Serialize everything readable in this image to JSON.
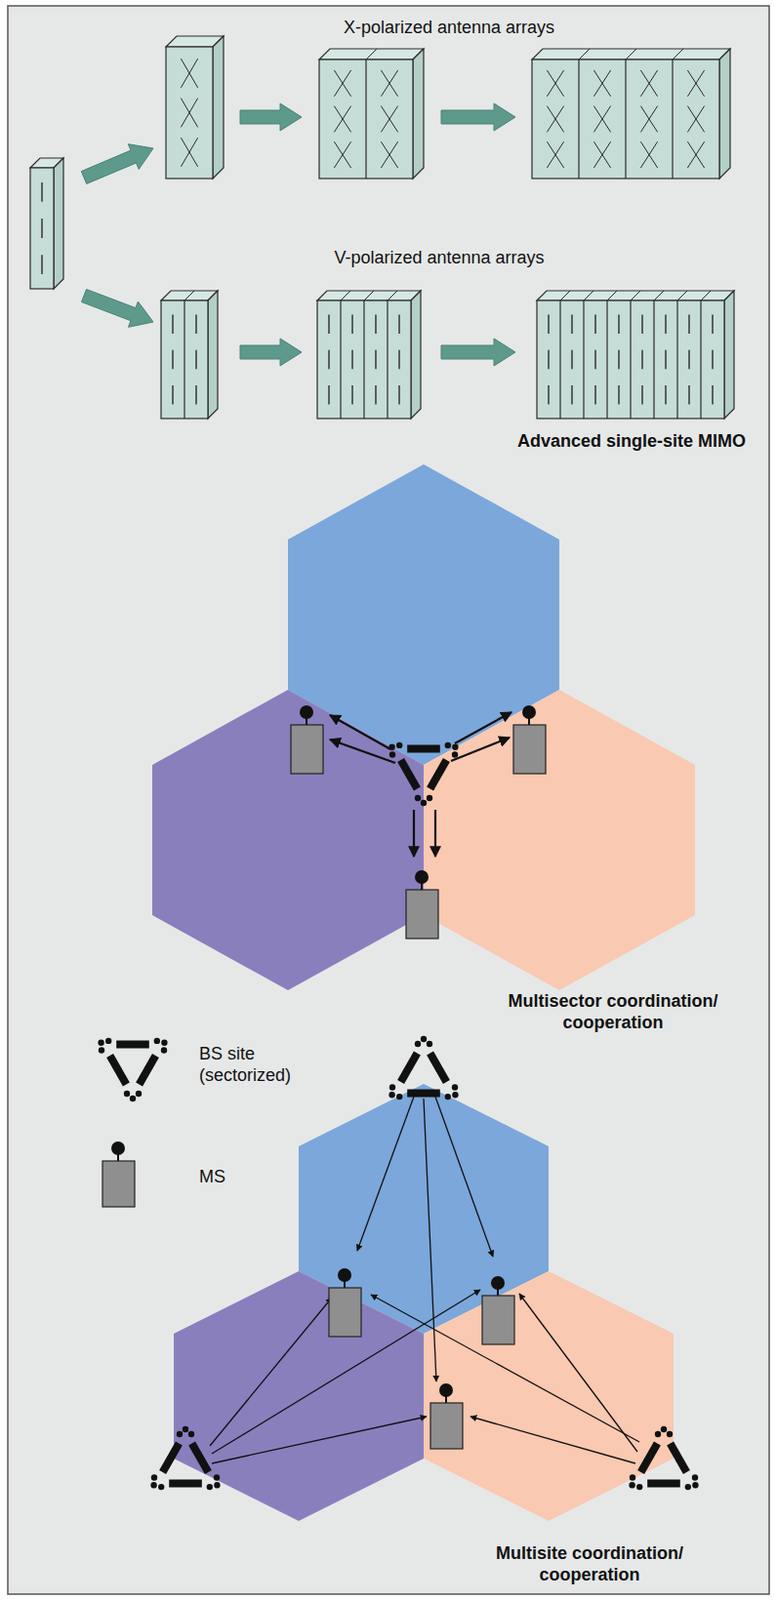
{
  "diagram": {
    "labels": [
      "X-polarized antenna arrays",
      "V-polarized antenna arrays",
      "Advanced single-site MIMO",
      "Multisector coordination/ cooperation",
      "Multisite coordination/ cooperation"
    ],
    "legend": [
      {
        "text": "BS site (sectorized)"
      },
      {
        "text": "MS"
      }
    ]
  }
}
